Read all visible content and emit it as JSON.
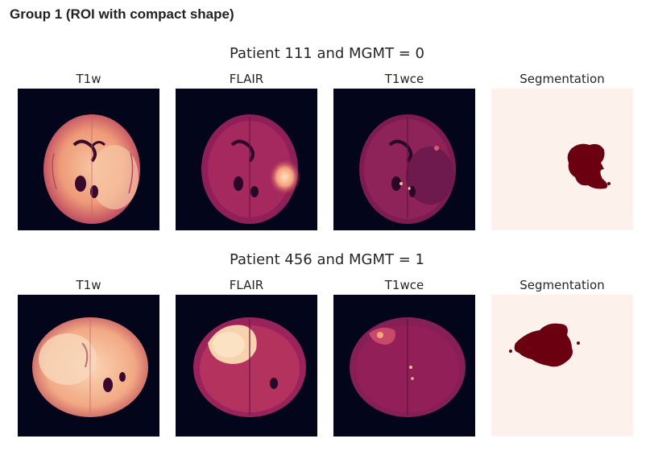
{
  "group_title": "Group 1 (ROI with compact shape)",
  "rows": [
    {
      "title": "Patient 111 and MGMT = 0",
      "panels": [
        {
          "label": "T1w",
          "kind": "t1w"
        },
        {
          "label": "FLAIR",
          "kind": "flair"
        },
        {
          "label": "T1wce",
          "kind": "t1wce"
        },
        {
          "label": "Segmentation",
          "kind": "seg"
        }
      ]
    },
    {
      "title": "Patient 456 and MGMT = 1",
      "panels": [
        {
          "label": "T1w",
          "kind": "t1w"
        },
        {
          "label": "FLAIR",
          "kind": "flair"
        },
        {
          "label": "T1wce",
          "kind": "t1wce"
        },
        {
          "label": "Segmentation",
          "kind": "seg"
        }
      ]
    }
  ],
  "colors": {
    "scan_background": "#03051a",
    "segmentation_background": "#fdf1ec",
    "segmentation_mask": "#6b0010",
    "t1w_tissue": "#f3a07a",
    "flair_tissue": "#a2245e",
    "t1wce_tissue": "#8a1f55"
  }
}
